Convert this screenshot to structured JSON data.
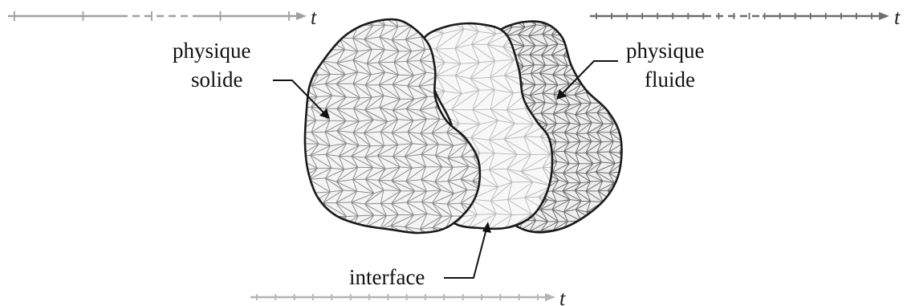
{
  "labels": {
    "solid_line1": "physique",
    "solid_line2": "solide",
    "fluid_line1": "physique",
    "fluid_line2": "fluide",
    "interface": "interface"
  },
  "time_axes": {
    "solid": {
      "label": "t",
      "ticks": 5,
      "color": "#a0a0a0"
    },
    "fluid": {
      "label": "t",
      "ticks": 19,
      "color": "#6e6e6e"
    },
    "interface": {
      "label": "t",
      "ticks": 16,
      "color": "#b4b4b4"
    }
  },
  "colors": {
    "solid_mesh": "#8c8c8c",
    "interface_mesh": "#bcbcbc",
    "fluid_mesh": "#6f6f6f",
    "outline": "#1a1a1a",
    "solid_fill": "#f4f4f4",
    "interface_fill": "#f8f8f8",
    "fluid_fill": "#eeeeee"
  }
}
